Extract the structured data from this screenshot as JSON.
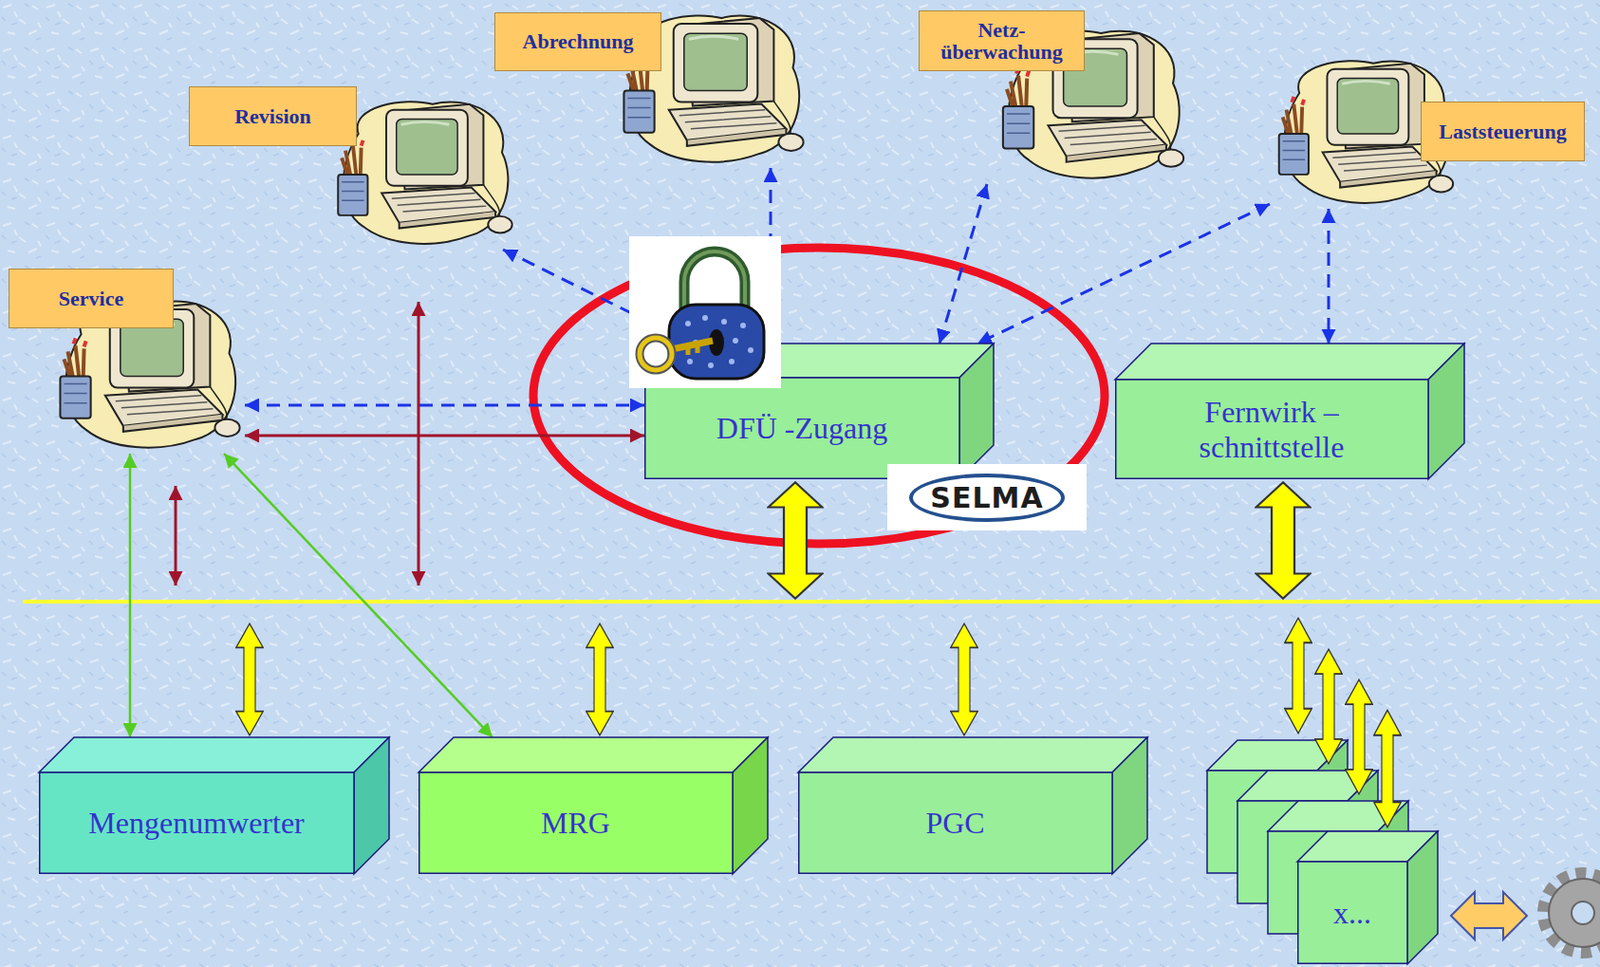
{
  "diagram": {
    "nodes": [
      {
        "text": [
          "Abrechnung"
        ]
      },
      {
        "text": [
          "Netz- überwachung"
        ]
      },
      {
        "text": [
          "Revision"
        ]
      },
      {
        "text": [
          "Laststeuerung"
        ]
      },
      {
        "text": [
          "Service"
        ]
      },
      {
        "text": [
          "DFÜ -Zugang"
        ]
      },
      {
        "text": [
          "Fernwirk – schnittstelle"
        ]
      },
      {
        "text": [
          "Mengenumwerter"
        ]
      },
      {
        "text": [
          "MRG"
        ]
      },
      {
        "text": [
          "PGC"
        ]
      },
      {
        "text": [
          "x..."
        ]
      }
    ],
    "edges": [
      {
        "from": 2,
        "to": 5,
        "arrow": "both"
      },
      {
        "from": 0,
        "to": 5,
        "arrow": "both"
      },
      {
        "from": 1,
        "to": 5,
        "arrow": "both"
      },
      {
        "from": 3,
        "to": 5,
        "arrow": "both"
      },
      {
        "from": 3,
        "to": 6,
        "arrow": "both"
      },
      {
        "from": 4,
        "to": 5,
        "arrow": "both"
      },
      {
        "from": 4,
        "to": 5,
        "arrow": "both"
      },
      {
        "from": 4,
        "to": 7,
        "arrow": "both"
      },
      {
        "from": 4,
        "to": 8,
        "arrow": "both"
      }
    ],
    "labels": [
      "SELMA"
    ]
  }
}
